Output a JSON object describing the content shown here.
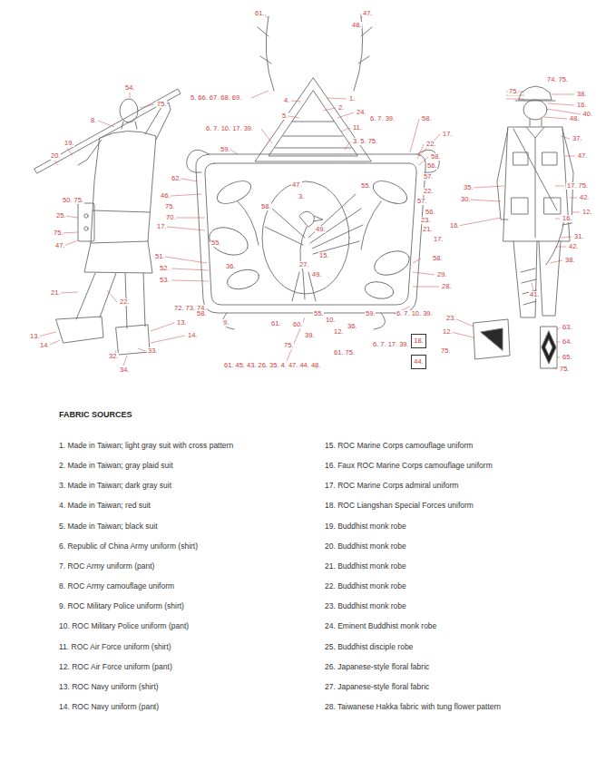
{
  "diagram": {
    "title": "FABRIC SOURCES",
    "nodes": [
      {
        "text": [
          "18."
        ]
      },
      {
        "text": [
          "44."
        ]
      }
    ],
    "labels": [
      "61.",
      "47.",
      "48.",
      "54.",
      "75.",
      "8.",
      "5. 66. 67. 68. 69.",
      "4.",
      "1.",
      "2.",
      "5.",
      "24.",
      "6. 7. 10. 17. 39.",
      "11.",
      "6. 7. 39.",
      "58.",
      "3. 5. 75.",
      "59.",
      "17.",
      "19.",
      "20.",
      "22.",
      "58.",
      "56.",
      "57.",
      "62.",
      "47.",
      "55.",
      "3.",
      "22.",
      "46.",
      "58.",
      "75.",
      "57.",
      "56.",
      "70.",
      "17.",
      "23.",
      "21.",
      "49.",
      "55.",
      "17.",
      "15.",
      "51.",
      "27.",
      "52.",
      "53.",
      "49.",
      "36.",
      "58.",
      "29.",
      "28.",
      "21.",
      "22.",
      "72. 73. 74.",
      "58.",
      "6. 7. 10. 39.",
      "59.",
      "55.",
      "10.",
      "61.",
      "9.",
      "60.",
      "13.",
      "12.",
      "36.",
      "14.",
      "13.",
      "14.",
      "33.",
      "32.",
      "34.",
      "75.",
      "39.",
      "6. 7. 17. 39.",
      "61. 75.",
      "61. 45. 43. 26. 35. 4. 47. 44. 48.",
      "75.",
      "50. 75.",
      "25.",
      "75.",
      "47.",
      "74. 75.",
      "75.",
      "38.",
      "16.",
      "40.",
      "48.",
      "37.",
      "47.",
      "17. 75.",
      "42.",
      "35.",
      "30.",
      "12.",
      "16.",
      "16.",
      "31.",
      "42.",
      "38.",
      "41.",
      "23.",
      "12.",
      "63.",
      "64.",
      "65.",
      "75.",
      "1. Made in Taiwan; light gray suit with cross pattern",
      "2. Made in Taiwan; gray plaid suit",
      "3. Made in Taiwan; dark gray suit",
      "4. Made in Taiwan; red suit",
      "5. Made in Taiwan; black suit",
      "6. Republic of China Army uniform (shirt)",
      "7. ROC Army uniform (pant)",
      "8. ROC Army camouflage uniform",
      "9. ROC Military Police uniform (shirt)",
      "10. ROC Military Police uniform (pant)",
      "11. ROC Air Force uniform (shirt)",
      "12. ROC Air Force uniform (pant)",
      "13. ROC Navy uniform (shirt)",
      "14. ROC Navy uniform (pant)",
      "15. ROC Marine Corps camouflage uniform",
      "16. Faux ROC Marine Corps camouflage uniform",
      "17. ROC Marine Corps admiral uniform",
      "18. ROC Liangshan Special Forces uniform",
      "19. Buddhist monk robe",
      "20. Buddhist monk robe",
      "21. Buddhist monk robe",
      "22. Buddhist monk robe",
      "23. Buddhist monk robe",
      "24. Eminent Buddhist monk robe",
      "25. Buddhist disciple robe",
      "26. Japanese-style floral fabric",
      "27. Japanese-style floral fabric",
      "28. Taiwanese Hakka fabric with tung flower pattern"
    ]
  }
}
